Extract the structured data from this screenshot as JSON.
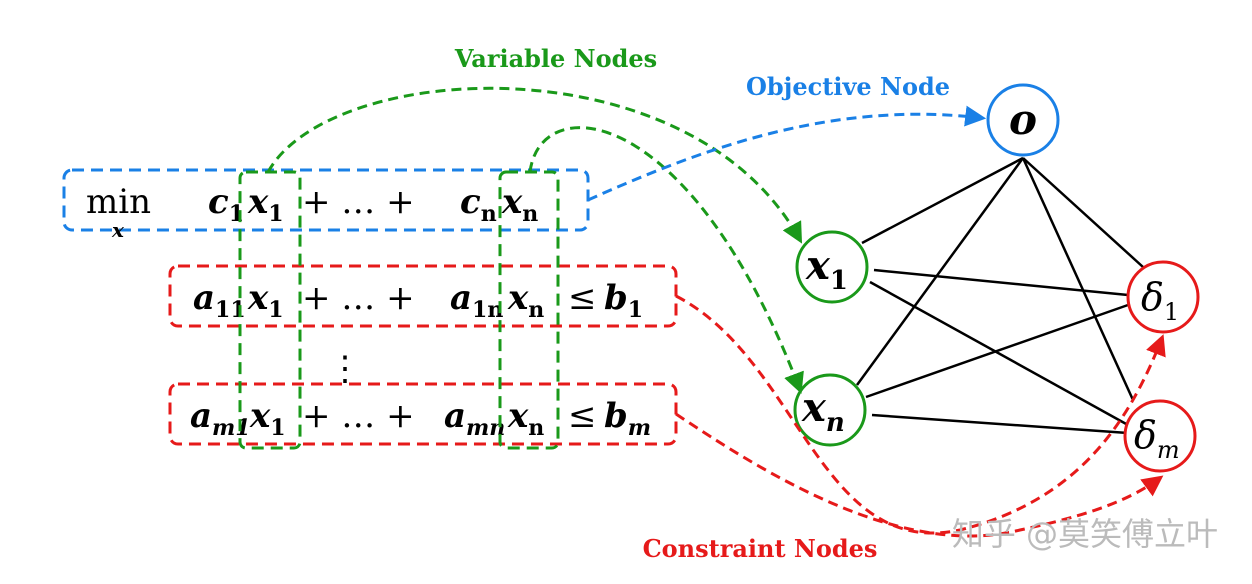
{
  "labels": {
    "variable_nodes": "Variable Nodes",
    "objective_node": "Objective Node",
    "constraint_nodes": "Constraint Nodes"
  },
  "objective": {
    "min": "min",
    "sub": "x",
    "c1": "c",
    "c1_sub": "1",
    "x1": "x",
    "x1_sub": "1",
    "mid": "+ … +",
    "cn": "c",
    "cn_sub": "n",
    "xn": "x",
    "xn_sub": "n"
  },
  "constraint_1": {
    "a": "a",
    "a_sub": "11",
    "x1": "x",
    "x1_sub": "1",
    "mid": "+ … +",
    "an": "a",
    "an_sub": "1n",
    "xn": "x",
    "xn_sub": "n",
    "le": "≤",
    "b": "b",
    "b_sub": "1"
  },
  "vdots": "⋮",
  "constraint_m": {
    "a": "a",
    "a_sub": "m1",
    "x1": "x",
    "x1_sub": "1",
    "mid": "+ … +",
    "an": "a",
    "an_sub": "mn",
    "xn": "x",
    "xn_sub": "n",
    "le": "≤",
    "b": "b",
    "b_sub": "m"
  },
  "nodes": {
    "o": "o",
    "x1": "x",
    "x1_sub": "1",
    "xn": "x",
    "xn_sub": "n",
    "d1": "δ",
    "d1_sub": "1",
    "dm": "δ",
    "dm_sub": "m"
  },
  "watermark": "知乎 @莫笑傅立叶",
  "colors": {
    "blue": "#1a80e6",
    "green": "#1a991a",
    "red": "#e61a1a",
    "black": "#000000",
    "watermark": "#bbbbbb"
  }
}
